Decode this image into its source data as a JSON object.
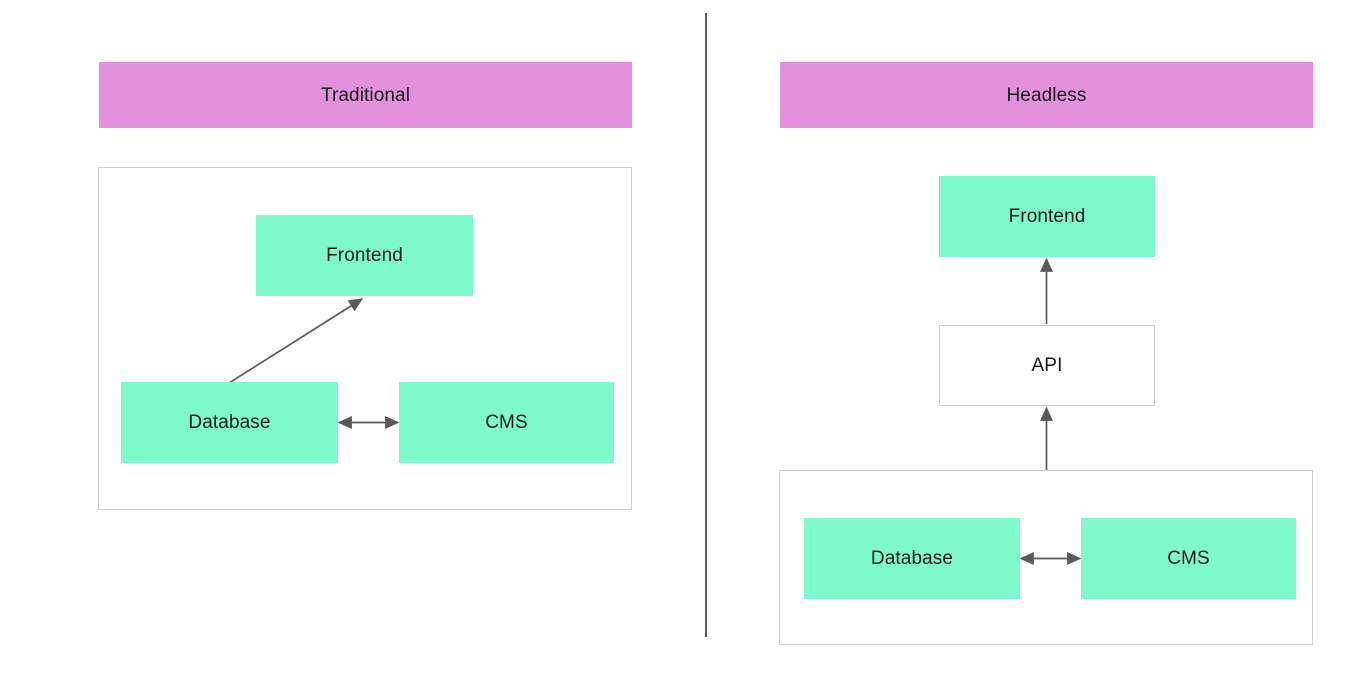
{
  "diagram": {
    "type": "architecture-comparison",
    "background_color": "#ffffff",
    "divider_color": "#5a5a5a",
    "accent_banner_color": "#e491dd",
    "node_color": "#7ffacd",
    "outline_color": "#cfcfcf",
    "arrow_color": "#5a5a5a"
  },
  "left_panel": {
    "banner_label": "Traditional",
    "nodes": {
      "frontend": "Frontend",
      "database": "Database",
      "cms": "CMS"
    },
    "connections": [
      {
        "from": "Database",
        "to": "Frontend",
        "style": "single-arrow-diagonal"
      },
      {
        "from": "Database",
        "to": "CMS",
        "style": "double-arrow-horizontal"
      }
    ]
  },
  "right_panel": {
    "banner_label": "Headless",
    "nodes": {
      "frontend": "Frontend",
      "api": "API",
      "database": "Database",
      "cms": "CMS"
    },
    "connections": [
      {
        "from": "API",
        "to": "Frontend",
        "style": "single-arrow-up"
      },
      {
        "from": "Backend group",
        "to": "API",
        "style": "single-arrow-up"
      },
      {
        "from": "Database",
        "to": "CMS",
        "style": "double-arrow-horizontal"
      }
    ]
  }
}
